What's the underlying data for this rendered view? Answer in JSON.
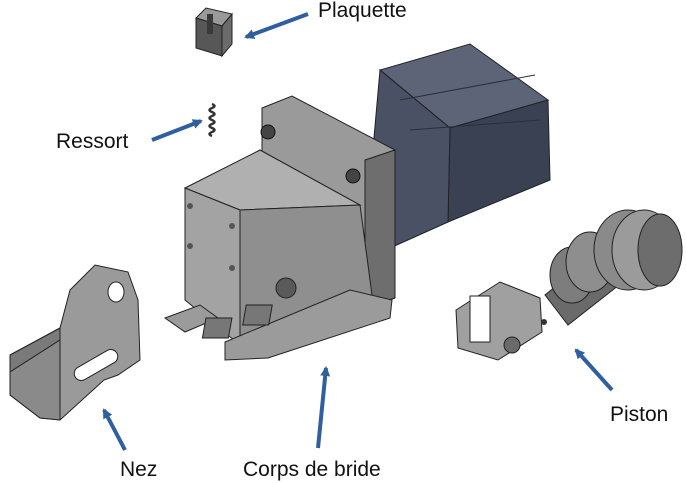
{
  "labels": {
    "plaquette": "Plaquette",
    "ressort": "Ressort",
    "nez": "Nez",
    "corps": "Corps de bride",
    "piston": "Piston"
  },
  "colors": {
    "arrow": "#2f5f9e",
    "blue_body": "#3d4456",
    "grey_body": "#8c8c8c",
    "grey_light": "#b3b3b3",
    "grey_dark": "#5a5a5a",
    "outline": "#222222"
  }
}
